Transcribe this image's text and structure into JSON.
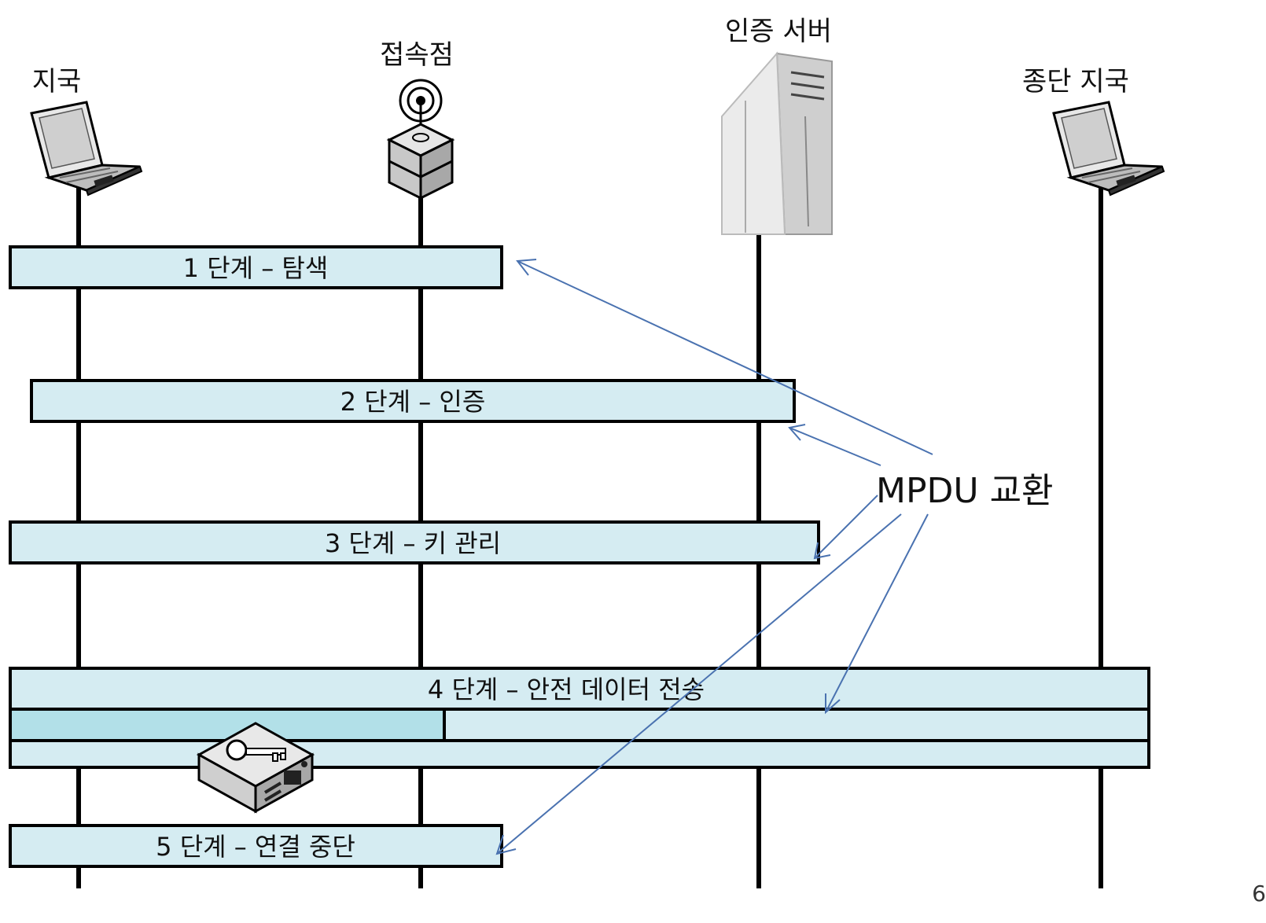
{
  "entities": {
    "station": "지국",
    "access_point": "접속점",
    "auth_server": "인증 서버",
    "end_station": "종단 지국"
  },
  "phases": {
    "p1": "1 단계 – 탐색",
    "p2": "2 단계 – 인증",
    "p3": "3 단계 – 키 관리",
    "p4": "4 단계 – 안전 데이터 전송",
    "p5": "5 단계 – 연결 중단"
  },
  "annotation": "MPDU 교환",
  "page_number": "6",
  "colors": {
    "phase_fill": "#d5ecf2",
    "phase_highlight": "#b2e0e8",
    "arrow": "#4a72b0",
    "line": "#000000"
  }
}
